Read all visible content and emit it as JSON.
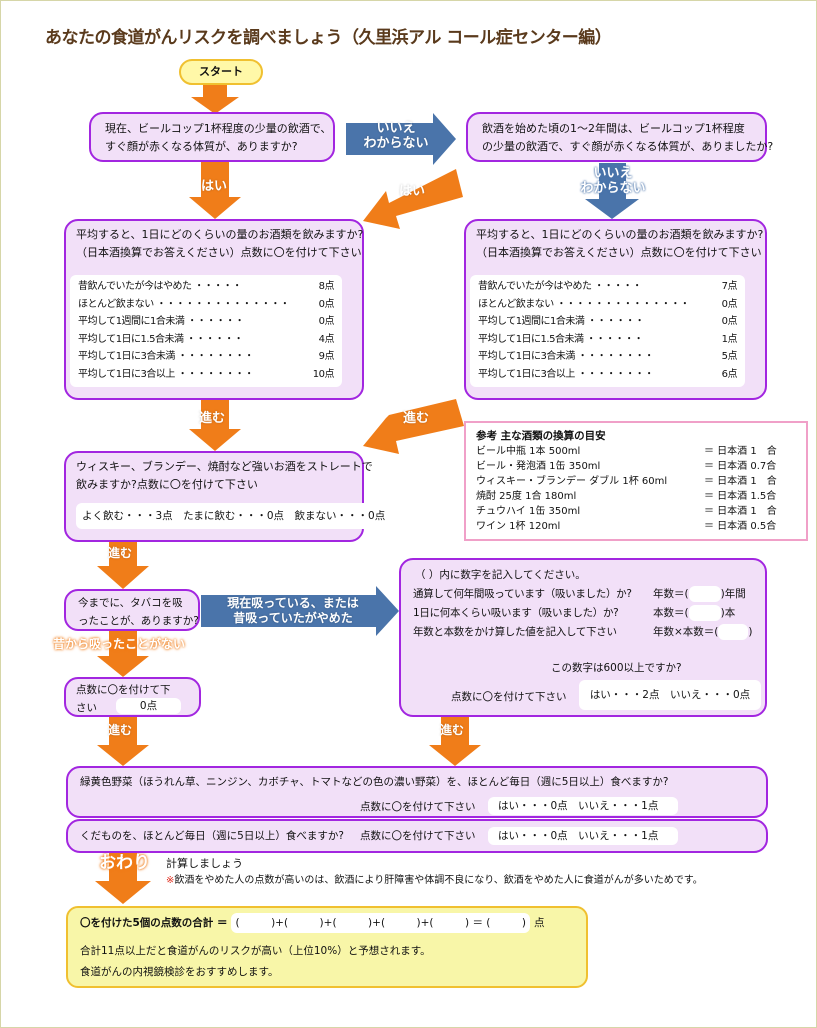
{
  "title": "あなたの食道がんリスクを調べましょう（久里浜アル コール症センター編）",
  "start": "スタート",
  "q1": {
    "line1": "現在、ビールコップ1杯程度の少量の飲酒で、",
    "line2": "すぐ顔が赤くなる体質が、ありますか?"
  },
  "q2": {
    "line1": "飲酒を始めた頃の1～2年間は、ビールコップ1杯程度",
    "line2": "の少量の飲酒で、すぐ顔が赤くなる体質が、ありましたか?"
  },
  "arrows": {
    "no_unknown_1": "いいえ",
    "no_unknown_2": "わからない",
    "yes": "はい",
    "go": "進む",
    "smoke_yes_1": "現在吸っている、または",
    "smoke_yes_2": "昔吸っていたがやめた",
    "never": "昔から吸ったことがない",
    "end": "おわり"
  },
  "q3a": {
    "line1": "平均すると、1日にどのくらいの量のお酒類を飲みますか?",
    "line2": "（日本酒換算でお答えください）点数に〇を付けて下さい",
    "options": [
      {
        "label": "昔飲んでいたが今はやめた ・・・・・",
        "points": "8点"
      },
      {
        "label": "ほとんど飲まない ・・・・・・・・・・・・・・",
        "points": "0点"
      },
      {
        "label": "平均して1週間に1合未満 ・・・・・・",
        "points": "0点"
      },
      {
        "label": "平均して1日に1.5合未満 ・・・・・・",
        "points": "4点"
      },
      {
        "label": "平均して1日に3合未満 ・・・・・・・・",
        "points": "9点"
      },
      {
        "label": "平均して1日に3合以上 ・・・・・・・・",
        "points": "10点"
      }
    ]
  },
  "q3b": {
    "line1": "平均すると、1日にどのくらいの量のお酒類を飲みますか?",
    "line2": "（日本酒換算でお答えください）点数に〇を付けて下さい",
    "options": [
      {
        "label": "昔飲んでいたが今はやめた ・・・・・",
        "points": "7点"
      },
      {
        "label": "ほとんど飲まない ・・・・・・・・・・・・・・",
        "points": "0点"
      },
      {
        "label": "平均して1週間に1合未満 ・・・・・・",
        "points": "0点"
      },
      {
        "label": "平均して1日に1.5合未満 ・・・・・・",
        "points": "1点"
      },
      {
        "label": "平均して1日に3合未満 ・・・・・・・・",
        "points": "5点"
      },
      {
        "label": "平均して1日に3合以上 ・・・・・・・・",
        "points": "6点"
      }
    ]
  },
  "reference": {
    "title": "参考 主な酒類の換算の目安",
    "rows": [
      {
        "drink": "ビール中瓶 1本 500ml",
        "eq": "＝ 日本酒 1　合"
      },
      {
        "drink": "ビール・発泡酒 1缶 350ml",
        "eq": "＝ 日本酒 0.7合"
      },
      {
        "drink": "ウィスキー・ブランデー ダブル 1杯 60ml",
        "eq": "＝ 日本酒 1　合"
      },
      {
        "drink": "焼酎 25度 1合 180ml",
        "eq": "＝ 日本酒 1.5合"
      },
      {
        "drink": "チュウハイ 1缶 350ml",
        "eq": "＝ 日本酒 1　合"
      },
      {
        "drink": "ワイン 1杯 120ml",
        "eq": "＝ 日本酒 0.5合"
      }
    ]
  },
  "q4": {
    "line1": "ウィスキー、ブランデー、焼酎など強いお酒をストレートで",
    "line2": "飲みますか?点数に〇を付けて下さい",
    "options": "よく飲む・・・3点　たまに飲む・・・0点　飲まない・・・0点"
  },
  "q5": {
    "line1": "今までに、タバコを吸",
    "line2": "ったことが、ありますか?"
  },
  "q5no": {
    "line1": "点数に〇を付けて下",
    "line2": "さい",
    "points": "0点"
  },
  "smoke": {
    "intro": "（ ）内に数字を記入してください。",
    "years_q": "通算して何年間吸っています（吸いました）か?",
    "years_label": "年数＝(",
    "years_unit": ")年間",
    "count_q": "1日に何本くらい吸います（吸いました）か?",
    "count_label": "本数＝(",
    "count_unit": ")本",
    "product_q": "年数と本数をかけ算した値を記入して下さい",
    "product_label": "年数×本数＝(",
    "product_close": ")",
    "threshold_q": "この数字は600以上ですか?",
    "prompt": "点数に〇を付けて下さい",
    "options": "はい・・・2点　いいえ・・・0点"
  },
  "q6": {
    "text": "緑黄色野菜（ほうれん草、ニンジン、カボチャ、トマトなどの色の濃い野菜）を、ほとんど毎日（週に5日以上）食べますか?",
    "prompt": "点数に〇を付けて下さい",
    "options": "はい・・・0点　いいえ・・・1点"
  },
  "q7": {
    "text": "くだものを、ほとんど毎日（週に5日以上）食べますか?",
    "prompt": "点数に〇を付けて下さい",
    "options": "はい・・・0点　いいえ・・・1点"
  },
  "calc": {
    "title": "計算しましょう",
    "note_mark": "※",
    "note": "飲酒をやめた人の点数が高いのは、飲酒により肝障害や体調不良になり、飲酒をやめた人に食道がんが多いためです。"
  },
  "result": {
    "sum_label": "〇を付けた5個の点数の合計 ＝",
    "sum_formula": "(　　　)+(　　　)+(　　　)+(　　　)+(　　　) ＝ (　　　)",
    "unit": "点",
    "line2": "合計11点以上だと食道がんのリスクが高い（上位10%）と予想されます。",
    "line3": "食道がんの内視鏡検診をおすすめします。"
  },
  "colors": {
    "orange": "#f07d19",
    "blue": "#4a74aa",
    "purple": "#a226e0",
    "box": "#f2e0f8",
    "brown": "#5a3a1c"
  }
}
